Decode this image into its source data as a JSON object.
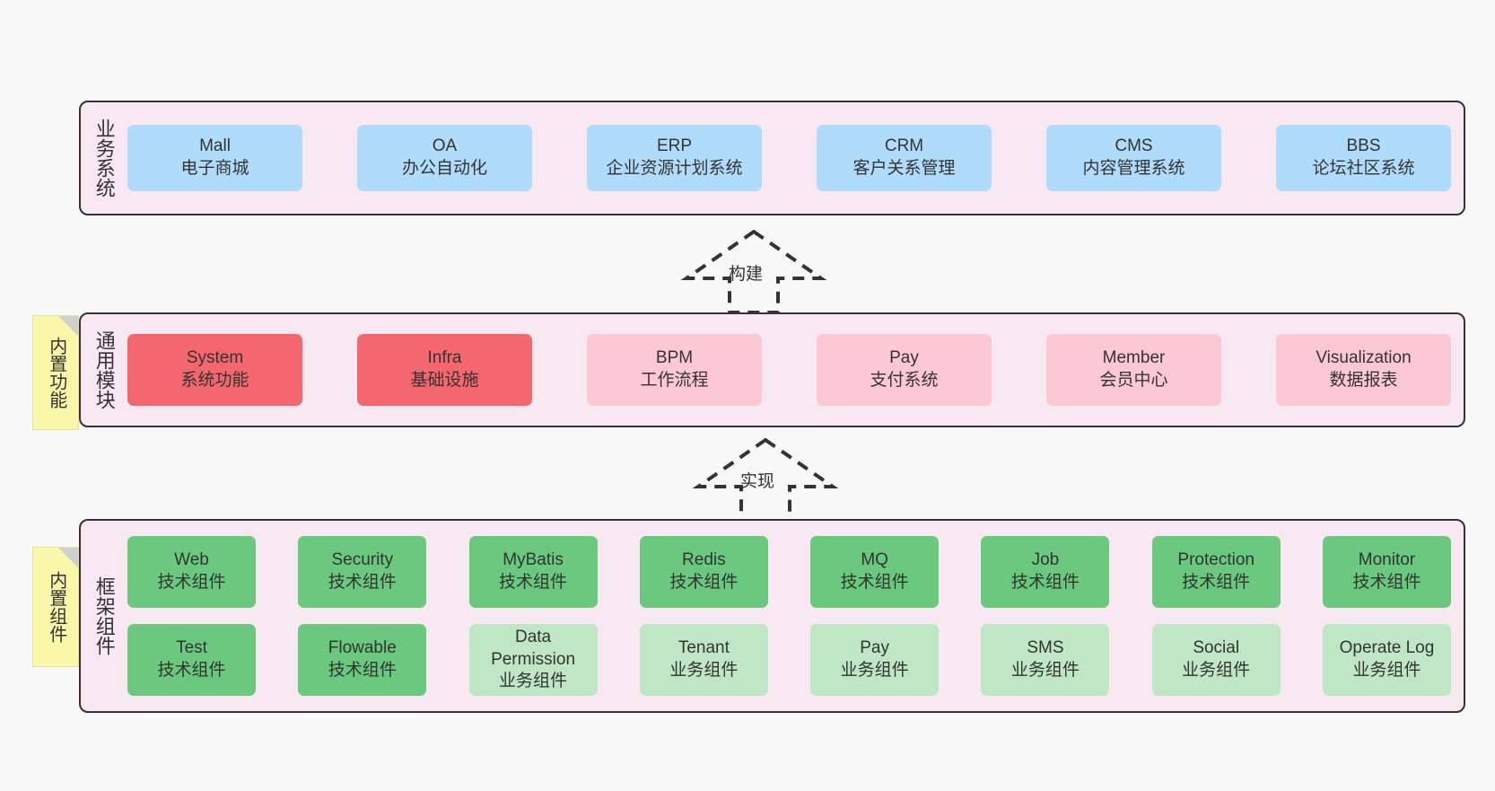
{
  "layers": [
    {
      "id": "business",
      "title": "业务系统",
      "rows": [
        [
          {
            "name": "Mall",
            "desc": "电子商城",
            "color": "#b0dcfb",
            "style": "c-blue"
          },
          {
            "name": "OA",
            "desc": "办公自动化",
            "color": "#b0dcfb",
            "style": "c-blue"
          },
          {
            "name": "ERP",
            "desc": "企业资源计划系统",
            "color": "#b0dcfb",
            "style": "c-blue"
          },
          {
            "name": "CRM",
            "desc": "客户关系管理",
            "color": "#b0dcfb",
            "style": "c-blue"
          },
          {
            "name": "CMS",
            "desc": "内容管理系统",
            "color": "#b0dcfb",
            "style": "c-blue"
          },
          {
            "name": "BBS",
            "desc": "论坛社区系统",
            "color": "#b0dcfb",
            "style": "c-blue"
          }
        ]
      ]
    },
    {
      "id": "common",
      "title": "通用模块",
      "note": "内置功能",
      "rows": [
        [
          {
            "name": "System",
            "desc": "系统功能",
            "color": "#f4676f",
            "style": "c-red"
          },
          {
            "name": "Infra",
            "desc": "基础设施",
            "color": "#f4676f",
            "style": "c-red"
          },
          {
            "name": "BPM",
            "desc": "工作流程",
            "color": "#fcc9d2",
            "style": "c-pink"
          },
          {
            "name": "Pay",
            "desc": "支付系统",
            "color": "#fcc9d2",
            "style": "c-pink"
          },
          {
            "name": "Member",
            "desc": "会员中心",
            "color": "#fcc9d2",
            "style": "c-pink"
          },
          {
            "name": "Visualization",
            "desc": "数据报表",
            "color": "#fcc9d2",
            "style": "c-pink"
          }
        ]
      ]
    },
    {
      "id": "framework",
      "title": "框架组件",
      "note": "内置组件",
      "rows": [
        [
          {
            "name": "Web",
            "desc": "技术组件",
            "color": "#6ac97e",
            "style": "c-green"
          },
          {
            "name": "Security",
            "desc": "技术组件",
            "color": "#6ac97e",
            "style": "c-green"
          },
          {
            "name": "MyBatis",
            "desc": "技术组件",
            "color": "#6ac97e",
            "style": "c-green"
          },
          {
            "name": "Redis",
            "desc": "技术组件",
            "color": "#6ac97e",
            "style": "c-green"
          },
          {
            "name": "MQ",
            "desc": "技术组件",
            "color": "#6ac97e",
            "style": "c-green"
          },
          {
            "name": "Job",
            "desc": "技术组件",
            "color": "#6ac97e",
            "style": "c-green"
          },
          {
            "name": "Protection",
            "desc": "技术组件",
            "color": "#6ac97e",
            "style": "c-green"
          },
          {
            "name": "Monitor",
            "desc": "技术组件",
            "color": "#6ac97e",
            "style": "c-green"
          }
        ],
        [
          {
            "name": "Test",
            "desc": "技术组件",
            "color": "#6ac97e",
            "style": "c-green"
          },
          {
            "name": "Flowable",
            "desc": "技术组件",
            "color": "#6ac97e",
            "style": "c-green"
          },
          {
            "name": "Data Permission",
            "desc": "业务组件",
            "color": "#bfe7c6",
            "style": "c-lightgreen"
          },
          {
            "name": "Tenant",
            "desc": "业务组件",
            "color": "#bfe7c6",
            "style": "c-lightgreen"
          },
          {
            "name": "Pay",
            "desc": "业务组件",
            "color": "#bfe7c6",
            "style": "c-lightgreen"
          },
          {
            "name": "SMS",
            "desc": "业务组件",
            "color": "#bfe7c6",
            "style": "c-lightgreen"
          },
          {
            "name": "Social",
            "desc": "业务组件",
            "color": "#bfe7c6",
            "style": "c-lightgreen"
          },
          {
            "name": "Operate Log",
            "desc": "业务组件",
            "color": "#bfe7c6",
            "style": "c-lightgreen"
          }
        ]
      ]
    }
  ],
  "arrows": [
    {
      "id": "build",
      "label": "构建",
      "direction": "up",
      "style": "dashed-generalization"
    },
    {
      "id": "impl",
      "label": "实现",
      "direction": "up",
      "style": "dashed-generalization"
    }
  ],
  "colors": {
    "background": "#f8f8f8",
    "layer_fill": "#f8e8f2",
    "layer_border": "#333333",
    "note_fill": "#fbf7a8",
    "note_fold": "#d0d0d0",
    "text": "#333333"
  }
}
